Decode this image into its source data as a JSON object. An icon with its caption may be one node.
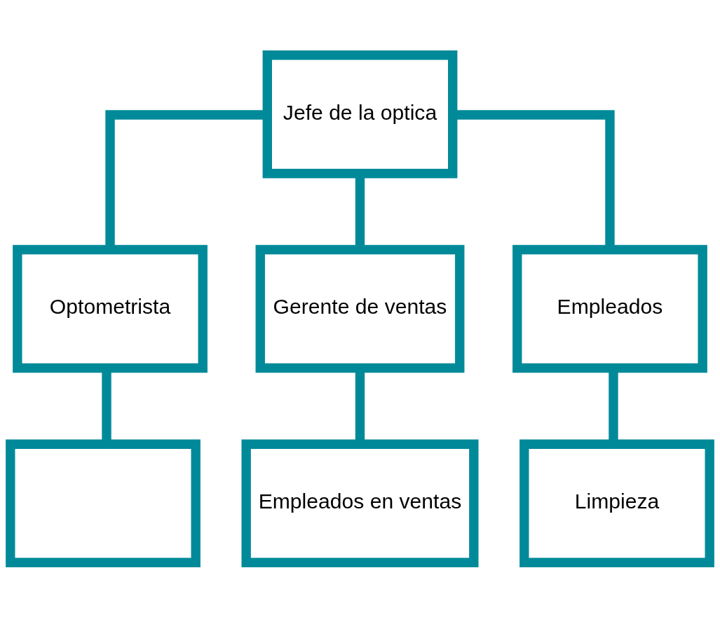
{
  "diagram": {
    "nodes": [
      {
        "text": [
          "Jefe de la optica"
        ]
      },
      {
        "text": [
          "Optometrista"
        ]
      },
      {
        "text": [
          "Gerente de ventas"
        ]
      },
      {
        "text": [
          "Empleados"
        ]
      },
      {
        "text": [],
        "shape": "box"
      },
      {
        "text": [
          "Empleados en ventas"
        ]
      },
      {
        "text": [
          "Limpieza"
        ]
      }
    ],
    "edges": [
      {
        "from": 0,
        "to": 1,
        "arrow": "none"
      },
      {
        "from": 0,
        "to": 2,
        "arrow": "none"
      },
      {
        "from": 0,
        "to": 3,
        "arrow": "none"
      },
      {
        "from": 1,
        "to": 4,
        "arrow": "none"
      },
      {
        "from": 2,
        "to": 5,
        "arrow": "none"
      },
      {
        "from": 3,
        "to": 6,
        "arrow": "none"
      }
    ]
  }
}
